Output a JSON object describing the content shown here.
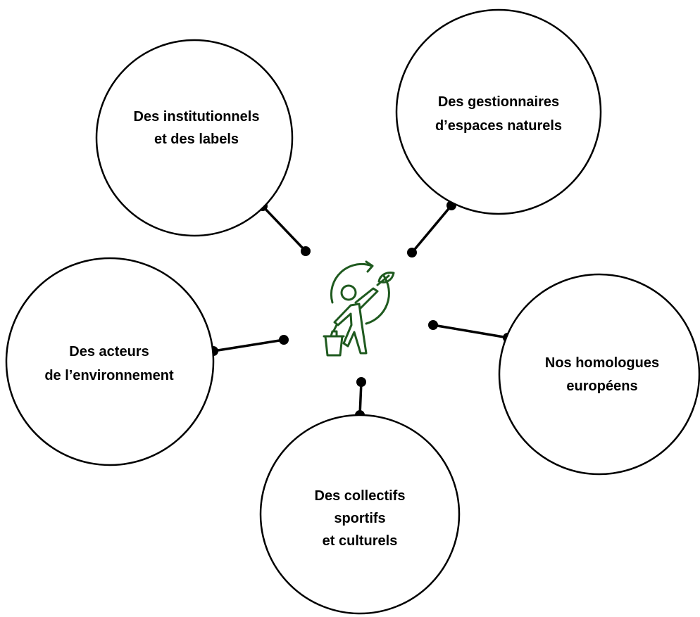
{
  "colors": {
    "icon": "#1f5a1f",
    "stroke": "#000000",
    "background": "#ffffff"
  },
  "center": {
    "icon": "person-recycling-icon"
  },
  "nodes": [
    {
      "id": "institutionnels",
      "lines": [
        "Des institutionnels",
        "et des labels"
      ]
    },
    {
      "id": "gestionnaires",
      "lines": [
        "Des gestionnaires",
        "d’espaces naturels"
      ]
    },
    {
      "id": "acteurs",
      "lines": [
        "Des acteurs",
        "de l’environnement"
      ]
    },
    {
      "id": "homologues",
      "lines": [
        "Nos homologues",
        "européens"
      ]
    },
    {
      "id": "collectifs",
      "lines": [
        "Des collectifs",
        "sportifs",
        "et culturels"
      ]
    }
  ]
}
